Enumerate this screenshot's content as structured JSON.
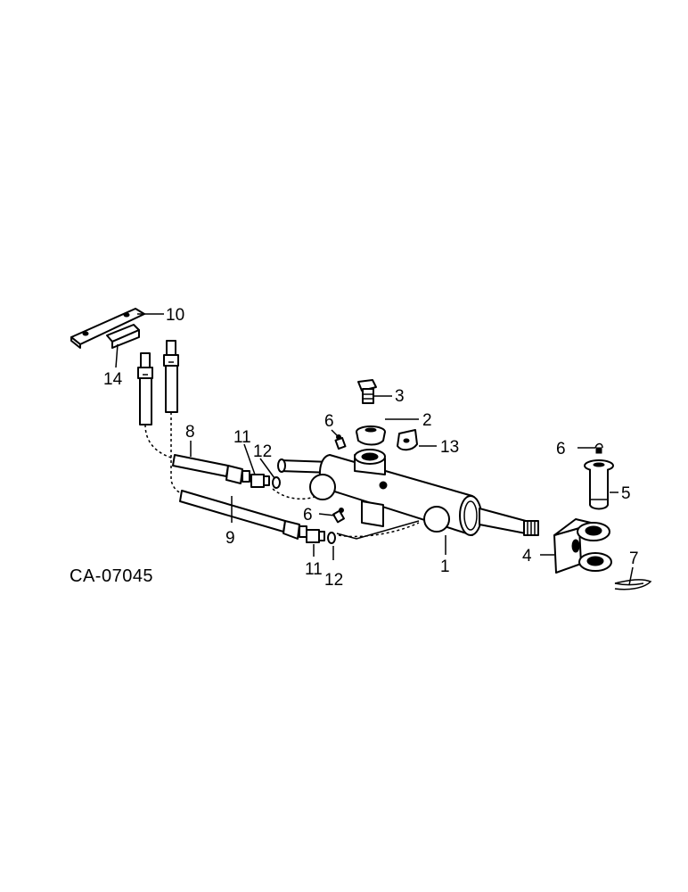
{
  "figure_ref": "CA-07045",
  "callouts": {
    "c1": "1",
    "c2": "2",
    "c3": "3",
    "c4": "4",
    "c5": "5",
    "c6a": "6",
    "c6b": "6",
    "c6c": "6",
    "c7": "7",
    "c8": "8",
    "c9": "9",
    "c10": "10",
    "c11a": "11",
    "c11b": "11",
    "c12a": "12",
    "c12b": "12",
    "c13": "13",
    "c14": "14"
  },
  "colors": {
    "line": "#000000",
    "background": "#ffffff"
  }
}
